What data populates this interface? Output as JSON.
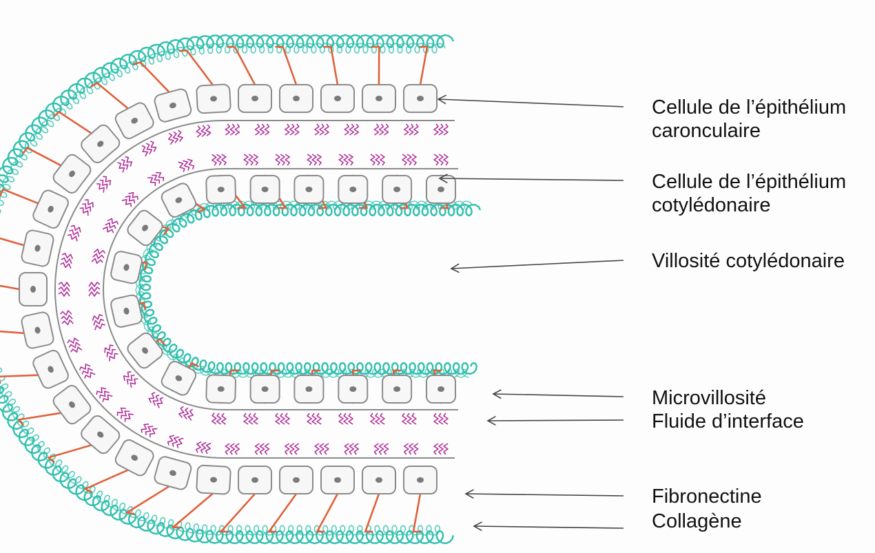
{
  "labels": {
    "caronculaire_line1": "Cellule de l’épithélium",
    "caronculaire_line2": "caronculaire",
    "cotyledonaire_line1": "Cellule de l’épithélium",
    "cotyledonaire_line2": "cotylédonaire",
    "villosite": "Villosité cotylédonaire",
    "microvillosite": "Microvillosité",
    "fluide": "Fluide d’interface",
    "fibronectine": "Fibronectine",
    "collagene": "Collagène"
  },
  "colors": {
    "collagen": "#2fbfae",
    "fibronectin": "#e0603a",
    "microvilli": "#b0309a",
    "cell_outline": "#8a8a8a",
    "nucleus": "#7a7a7a",
    "arrow": "#444444"
  }
}
